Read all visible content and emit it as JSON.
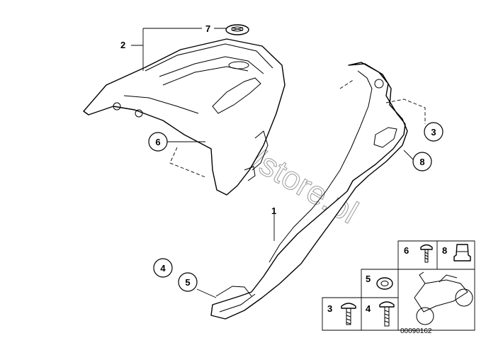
{
  "watermark": "www.BMWstore.pl",
  "diagram_code": "00090162",
  "callouts": {
    "c1": "1",
    "c2": "2",
    "c3": "3",
    "c4": "4",
    "c5": "5",
    "c6": "6",
    "c7": "7",
    "c8": "8"
  },
  "legend": {
    "l6": "6",
    "l8": "8",
    "l5": "5",
    "l3": "3",
    "l4": "4"
  }
}
